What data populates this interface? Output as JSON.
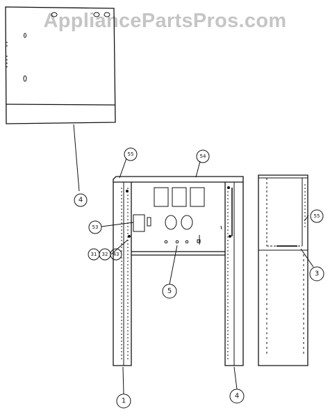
{
  "watermark": {
    "text": "AppliancePartsPros.com",
    "color": "#969696"
  },
  "diagram": {
    "line_color": "#111111",
    "callouts": {
      "top_panel": "4",
      "front_leg_left": "1",
      "front_leg_right": "4",
      "back_panel": "5",
      "top_rail": "54",
      "corner_left": "55",
      "side_right": "55",
      "bracket": "53",
      "fastener_a": "31",
      "fastener_b": "32",
      "fastener_c": "43",
      "side_divider": "3"
    }
  }
}
